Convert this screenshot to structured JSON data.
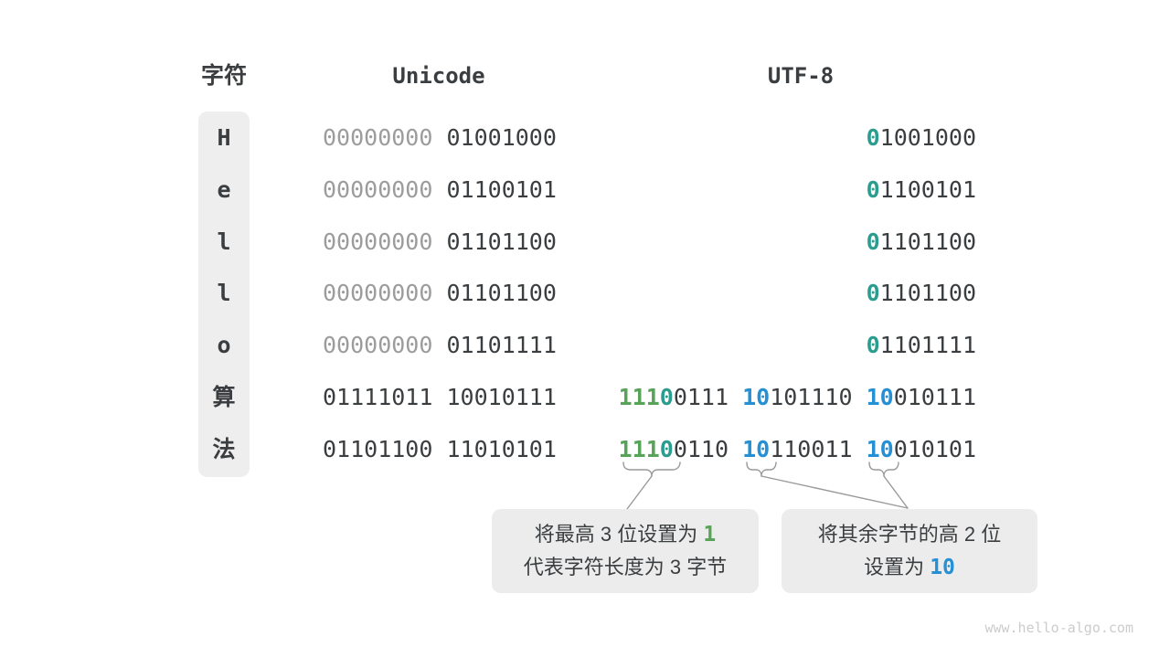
{
  "header": {
    "char": "字符",
    "unicode": "Unicode",
    "utf8": "UTF-8"
  },
  "colors": {
    "dark": "#3b3e40",
    "gray": "#9c9c9c",
    "green": "#57a357",
    "teal": "#2a9d8f",
    "blue": "#2590d3"
  },
  "rows": [
    {
      "char": "H",
      "unicode": [
        {
          "t": "00000000",
          "c": "gray"
        },
        {
          "t": "01001000",
          "c": "dark"
        }
      ],
      "utf8": [
        [
          {
            "t": "0",
            "c": "teal",
            "b": true
          },
          {
            "t": "1001000",
            "c": "dark"
          }
        ]
      ]
    },
    {
      "char": "e",
      "unicode": [
        {
          "t": "00000000",
          "c": "gray"
        },
        {
          "t": "01100101",
          "c": "dark"
        }
      ],
      "utf8": [
        [
          {
            "t": "0",
            "c": "teal",
            "b": true
          },
          {
            "t": "1100101",
            "c": "dark"
          }
        ]
      ]
    },
    {
      "char": "l",
      "unicode": [
        {
          "t": "00000000",
          "c": "gray"
        },
        {
          "t": "01101100",
          "c": "dark"
        }
      ],
      "utf8": [
        [
          {
            "t": "0",
            "c": "teal",
            "b": true
          },
          {
            "t": "1101100",
            "c": "dark"
          }
        ]
      ]
    },
    {
      "char": "l",
      "unicode": [
        {
          "t": "00000000",
          "c": "gray"
        },
        {
          "t": "01101100",
          "c": "dark"
        }
      ],
      "utf8": [
        [
          {
            "t": "0",
            "c": "teal",
            "b": true
          },
          {
            "t": "1101100",
            "c": "dark"
          }
        ]
      ]
    },
    {
      "char": "o",
      "unicode": [
        {
          "t": "00000000",
          "c": "gray"
        },
        {
          "t": "01101111",
          "c": "dark"
        }
      ],
      "utf8": [
        [
          {
            "t": "0",
            "c": "teal",
            "b": true
          },
          {
            "t": "1101111",
            "c": "dark"
          }
        ]
      ]
    },
    {
      "char": "算",
      "unicode": [
        {
          "t": "01111011",
          "c": "dark"
        },
        {
          "t": "10010111",
          "c": "dark"
        }
      ],
      "utf8": [
        [
          {
            "t": "111",
            "c": "green",
            "b": true
          },
          {
            "t": "0",
            "c": "teal",
            "b": true
          },
          {
            "t": "0111",
            "c": "dark"
          }
        ],
        [
          {
            "t": "10",
            "c": "blue",
            "b": true
          },
          {
            "t": "101110",
            "c": "dark"
          }
        ],
        [
          {
            "t": "10",
            "c": "blue",
            "b": true
          },
          {
            "t": "010111",
            "c": "dark"
          }
        ]
      ]
    },
    {
      "char": "法",
      "unicode": [
        {
          "t": "01101100",
          "c": "dark"
        },
        {
          "t": "11010101",
          "c": "dark"
        }
      ],
      "utf8": [
        [
          {
            "t": "111",
            "c": "green",
            "b": true
          },
          {
            "t": "0",
            "c": "teal",
            "b": true
          },
          {
            "t": "0110",
            "c": "dark"
          }
        ],
        [
          {
            "t": "10",
            "c": "blue",
            "b": true
          },
          {
            "t": "110011",
            "c": "dark"
          }
        ],
        [
          {
            "t": "10",
            "c": "blue",
            "b": true
          },
          {
            "t": "010101",
            "c": "dark"
          }
        ]
      ]
    }
  ],
  "callouts": {
    "left": {
      "line1": [
        {
          "t": "将最高 3 位设置为 ",
          "c": "dark"
        },
        {
          "t": "1",
          "c": "green",
          "mono": true
        }
      ],
      "line2": [
        {
          "t": "代表字符长度为 3 字节",
          "c": "dark"
        }
      ]
    },
    "right": {
      "line1": [
        {
          "t": "将其余字节的高 2 位",
          "c": "dark"
        }
      ],
      "line2": [
        {
          "t": "设置为 ",
          "c": "dark"
        },
        {
          "t": "10",
          "c": "blue",
          "mono": true
        }
      ]
    }
  },
  "watermark": "www.hello-algo.com"
}
